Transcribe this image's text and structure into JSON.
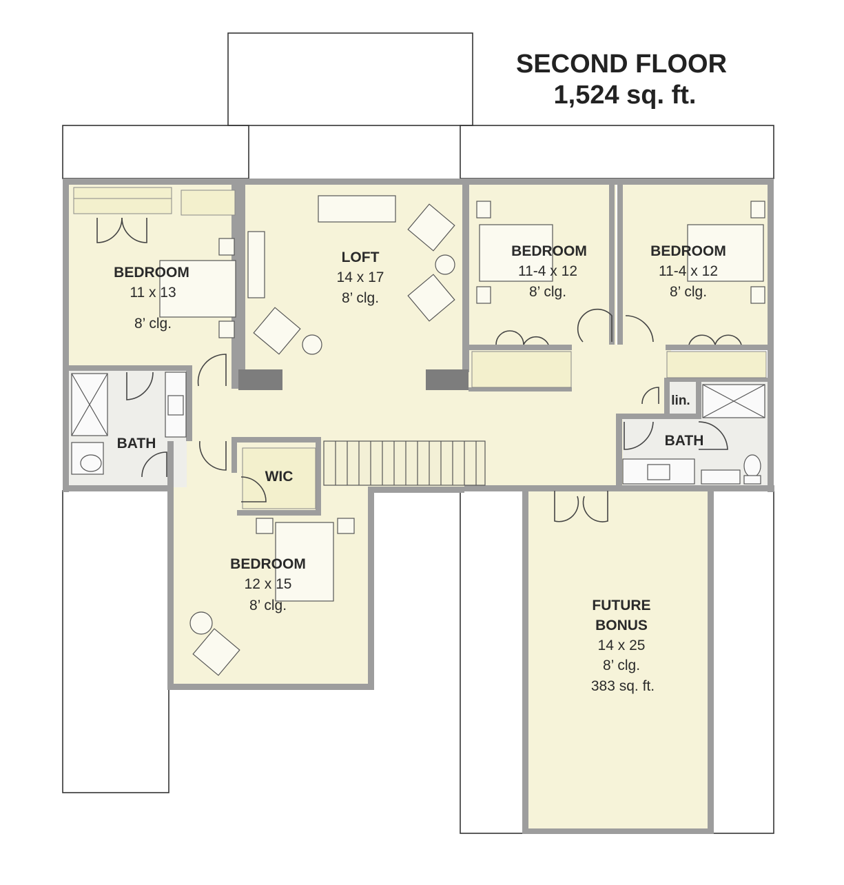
{
  "title": {
    "line1": "SECOND FLOOR",
    "line2": "1,524 sq. ft."
  },
  "colors": {
    "floor": "#f6f3d9",
    "wall": "#9d9d9d",
    "wall_dark": "#7d7d7d",
    "bath_tile": "#f1f1ec",
    "line": "#555555"
  },
  "rooms": {
    "bedroom_nw": {
      "name": "BEDROOM",
      "dims": "11 x 13",
      "ceiling": "8’ clg."
    },
    "loft": {
      "name": "LOFT",
      "dims": "14 x 17",
      "ceiling": "8’ clg."
    },
    "bedroom_ne1": {
      "name": "BEDROOM",
      "dims": "11-4 x 12",
      "ceiling": "8’ clg."
    },
    "bedroom_ne2": {
      "name": "BEDROOM",
      "dims": "11-4 x 12",
      "ceiling": "8’ clg."
    },
    "bath_w": {
      "name": "BATH"
    },
    "bath_e": {
      "name": "BATH"
    },
    "linen": {
      "name": "lin."
    },
    "wic": {
      "name": "WIC"
    },
    "bedroom_s": {
      "name": "BEDROOM",
      "dims": "12 x 15",
      "ceiling": "8’ clg."
    },
    "bonus": {
      "name1": "FUTURE",
      "name2": "BONUS",
      "dims": "14 x 25",
      "ceiling": "8’ clg.",
      "area": "383 sq. ft."
    }
  }
}
